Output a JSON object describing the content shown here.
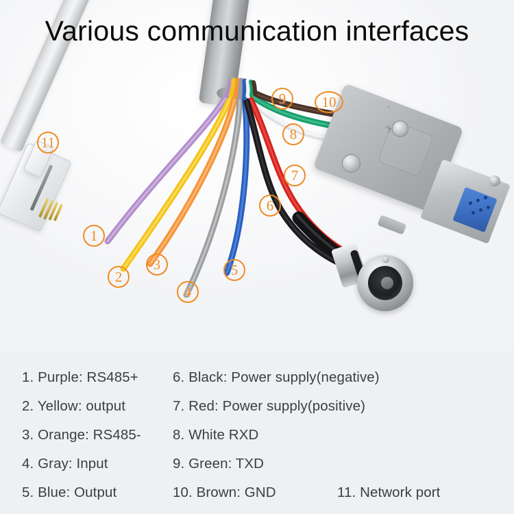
{
  "page": {
    "title": "Various communication interfaces",
    "background_color": "#eef0f2",
    "photo_background_color": "#f7f8f9",
    "title_color": "#0b0b0b",
    "legend_text_color": "#3c3f42",
    "marker_color": "#ef8b23"
  },
  "legend": {
    "rows": [
      {
        "a": "1. Purple: RS485+",
        "b": "6. Black: Power supply(negative)",
        "c": ""
      },
      {
        "a": "2. Yellow: output",
        "b": "7. Red: Power supply(positive)",
        "c": ""
      },
      {
        "a": "3. Orange: RS485-",
        "b": "8. White RXD",
        "c": ""
      },
      {
        "a": "4. Gray: Input",
        "b": "9. Green: TXD",
        "c": ""
      },
      {
        "a": "5. Blue: Output",
        "b": "10. Brown: GND",
        "c": "11. Network port"
      }
    ]
  },
  "markers": [
    {
      "id": "1",
      "label": "1"
    },
    {
      "id": "2",
      "label": "2"
    },
    {
      "id": "3",
      "label": "3"
    },
    {
      "id": "4",
      "label": "4"
    },
    {
      "id": "5",
      "label": "5"
    },
    {
      "id": "6",
      "label": "6"
    },
    {
      "id": "7",
      "label": "7"
    },
    {
      "id": "8",
      "label": "8"
    },
    {
      "id": "9",
      "label": "9"
    },
    {
      "id": "10",
      "label": "10"
    },
    {
      "id": "11",
      "label": "11"
    }
  ],
  "wires": {
    "purple": {
      "name": "Purple",
      "color": "#b18ecb",
      "marker": "1",
      "function": "RS485+"
    },
    "yellow": {
      "name": "Yellow",
      "color": "#f3c41c",
      "marker": "2",
      "function": "output"
    },
    "orange": {
      "name": "Orange",
      "color": "#f59438",
      "marker": "3",
      "function": "RS485-"
    },
    "gray": {
      "name": "Gray",
      "color": "#9b9d9f",
      "marker": "4",
      "function": "Input"
    },
    "blue": {
      "name": "Blue",
      "color": "#2a5fc0",
      "marker": "5",
      "function": "Output"
    },
    "black": {
      "name": "Black",
      "color": "#1b1b1d",
      "marker": "6",
      "function": "Power supply(negative)"
    },
    "red": {
      "name": "Red",
      "color": "#d6241f",
      "marker": "7",
      "function": "Power supply(positive)"
    },
    "white": {
      "name": "White",
      "color": "#f3f4f5",
      "marker": "8",
      "function": "RXD"
    },
    "green": {
      "name": "Green",
      "color": "#18a06d",
      "marker": "9",
      "function": "TXD"
    },
    "brown": {
      "name": "Brown",
      "color": "#4a3228",
      "marker": "10",
      "function": "GND"
    }
  },
  "connectors": {
    "rj45": {
      "name": "Network port",
      "marker": "11",
      "body_color": "#e9ecee"
    },
    "db9": {
      "name": "DB9 serial connector",
      "hood_color": "#b7babc",
      "insert_color": "#3a6cc0"
    },
    "circular": {
      "name": "Circular power connector",
      "color": "#b0b5b8"
    },
    "cable_jacket": {
      "name": "Gray cable jacket",
      "color": "#a8aaac"
    }
  }
}
